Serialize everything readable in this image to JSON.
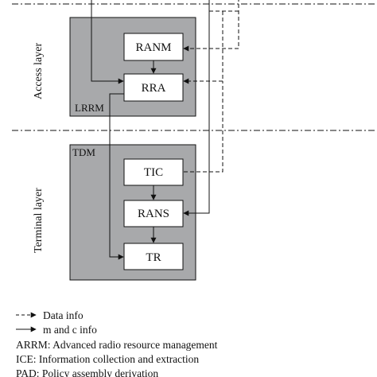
{
  "layers": {
    "access": "Access layer",
    "terminal": "Terminal layer"
  },
  "regions": {
    "lrrm": "LRRM",
    "tdm": "TDM"
  },
  "nodes": {
    "ranm": "RANM",
    "rra": "RRA",
    "tic": "TIC",
    "rans": "RANS",
    "tr": "TR"
  },
  "legend": {
    "data_info": "Data info",
    "mc_info": "m and c info",
    "arrm": "ARRM: Advanced radio resource management",
    "ice": "ICE: Information collection and extraction",
    "pad": "PAD: Policy assembly derivation"
  },
  "colors": {
    "region_fill": "#a8a9ab",
    "box_fill": "#ffffff",
    "line": "#111111"
  }
}
